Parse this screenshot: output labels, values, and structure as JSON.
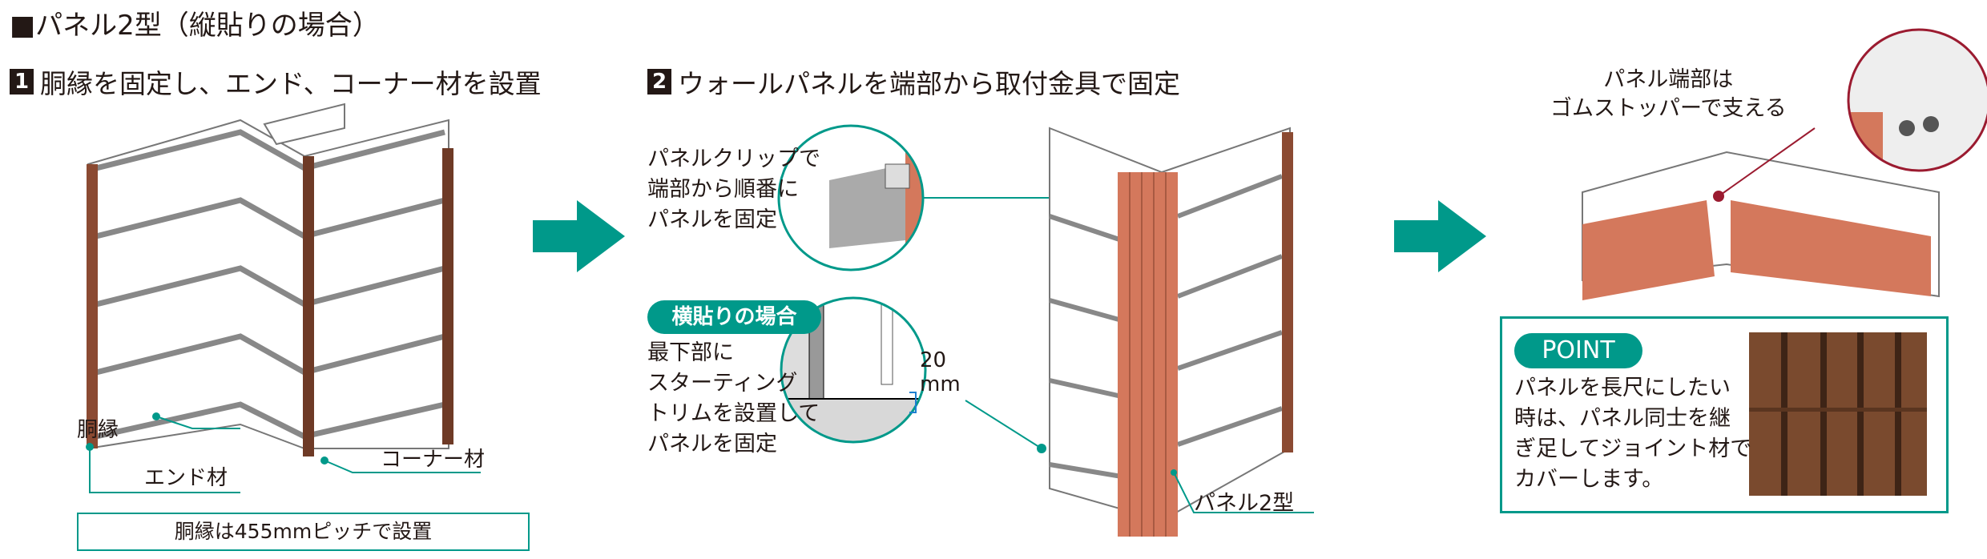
{
  "title": "■パネル2型（縦貼りの場合）",
  "step1": {
    "number": "1",
    "heading": "胴縁を固定し、エンド、コーナー材を設置",
    "labels": {
      "furring": "胴縁",
      "end": "エンド材",
      "corner": "コーナー材"
    },
    "note": "胴縁は455mmピッチで設置"
  },
  "step2": {
    "number": "2",
    "heading": "ウォールパネルを端部から取付金具で固定",
    "clip_text": [
      "パネルクリップで",
      "端部から順番に",
      "パネルを固定"
    ],
    "horizontal_badge": "横貼りの場合",
    "horizontal_text": [
      "最下部に",
      "スターティング",
      "トリムを設置して",
      "パネルを固定"
    ],
    "dimension": [
      "20",
      "mm"
    ],
    "panel_label": "パネル2型"
  },
  "step3": {
    "stopper_text": [
      "パネル端部は",
      "ゴムストッパーで支える"
    ],
    "point_badge": "POINT",
    "point_text": [
      "パネルを長尺にしたい",
      "時は、パネル同士を継",
      "ぎ足してジョイント材で",
      "カバーします。"
    ]
  },
  "colors": {
    "accent": "#00998a",
    "panel": "#d4785c",
    "wood": "#7a4a2e",
    "stopper": "#9b1b30"
  }
}
